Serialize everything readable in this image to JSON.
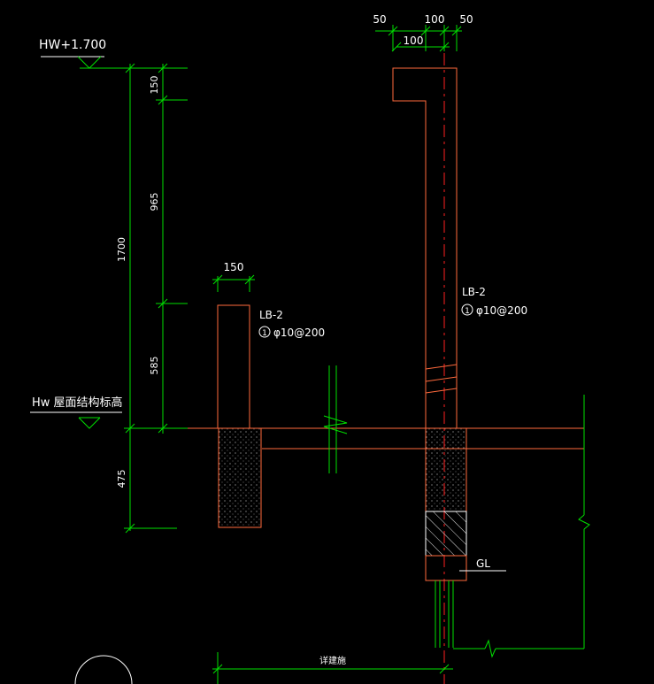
{
  "labels": {
    "top_elevation": "HW+1.700",
    "roof_elevation": "Hw 屋面结构标高",
    "lb_left_name": "LB-2",
    "lb_left_rebar": "φ10@200",
    "lb_left_circle": "1",
    "lb_right_name": "LB-2",
    "lb_right_rebar": "φ10@200",
    "lb_right_circle": "1",
    "gl": "GL",
    "bottom_note": "详建施"
  },
  "dimensions": {
    "d150_top": "150",
    "d965": "965",
    "d585": "585",
    "d1700": "1700",
    "d475": "475",
    "d150_wall": "150",
    "d50_left": "50",
    "d100_top": "100",
    "d50_right": "50",
    "d100_lower": "100"
  },
  "colors": {
    "background": "#000000",
    "dimension": "#00e000",
    "outline": "#ff6a3d",
    "centerline": "#ff2020",
    "text": "#ffffff",
    "hatch": "#e0e0e0"
  }
}
